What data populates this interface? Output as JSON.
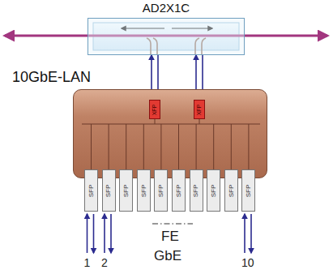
{
  "diagram": {
    "nodes": [
      {
        "text": [
          "AD2X1C"
        ]
      },
      {
        "text": [
          "10GbE-LAN"
        ]
      },
      {
        "text": [
          "XFP"
        ],
        "in": 1
      },
      {
        "text": [
          "XFP"
        ],
        "in": 1
      },
      {
        "text": [
          "SFP"
        ],
        "in": 1
      },
      {
        "text": [
          "SFP"
        ],
        "in": 1
      },
      {
        "text": [
          "SFP"
        ],
        "in": 1
      },
      {
        "text": [
          "SFP"
        ],
        "in": 1
      },
      {
        "text": [
          "SFP"
        ],
        "in": 1
      },
      {
        "text": [
          "SFP"
        ],
        "in": 1
      },
      {
        "text": [
          "SFP"
        ],
        "in": 1
      },
      {
        "text": [
          "SFP"
        ],
        "in": 1
      },
      {
        "text": [
          "SFP"
        ],
        "in": 1
      },
      {
        "text": [
          "SFP"
        ],
        "in": 1
      }
    ],
    "edges": [
      {
        "from": 2,
        "to": 0,
        "arrow": "to"
      },
      {
        "from": 0,
        "to": 2,
        "arrow": "to"
      },
      {
        "from": 3,
        "to": 0,
        "arrow": "to"
      },
      {
        "from": 0,
        "to": 3,
        "arrow": "to"
      }
    ],
    "labels": [
      "1",
      "2",
      "10",
      "FE",
      "GbE"
    ]
  }
}
